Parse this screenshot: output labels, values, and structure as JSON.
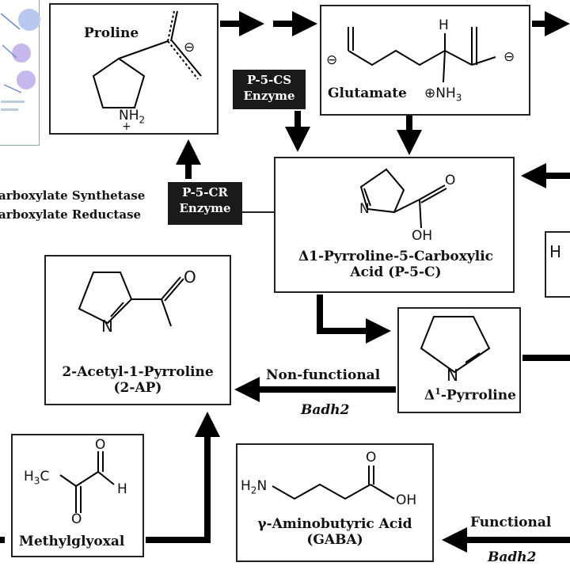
{
  "nodes": {
    "proline": {
      "label": "Proline"
    },
    "glutamate": {
      "label": "Glutamate"
    },
    "p5c": {
      "line1": "Δ1-Pyrroline-5-Carboxylic",
      "line2": "Acid (P-5-C)"
    },
    "two_ap": {
      "line1": "2-Acetyl-1-Pyrroline",
      "line2": "(2-AP)"
    },
    "pyrroline": {
      "prefix": "Δ",
      "sup": "1",
      "suffix": "-Pyrroline"
    },
    "methylglyoxal": {
      "label": "Methylglyoxal"
    },
    "gaba": {
      "line1": "γ-Aminobutyric Acid",
      "line2": "(GABA)"
    }
  },
  "enzymes": {
    "p5cs": {
      "line1": "P-5-CS",
      "line2": "Enzyme"
    },
    "p5cr": {
      "line1": "P-5-CR",
      "line2": "Enzyme"
    }
  },
  "side_text": {
    "line1": "arboxylate Synthetase",
    "line2": "arboxylate Reductase"
  },
  "edge_labels": {
    "nonfunctional": "Non-functional",
    "badh2_a": "Badh2",
    "functional": "Functional",
    "badh2_b": "Badh2"
  },
  "atoms": {
    "nh2": "NH",
    "nh2_sub": "2",
    "plus": "+",
    "minus": "⊖",
    "nh3": "⊕NH",
    "nh3_sub": "3",
    "h": "H",
    "n": "N",
    "oh": "OH",
    "o": "O",
    "h3c": "H",
    "h3c_sub": "3",
    "h3c_c": "C",
    "h2n": "H",
    "h2n_sub": "2",
    "h2n_n": "N",
    "edge_h": "H"
  },
  "colors": {
    "arrow": "#000000",
    "enzyme_bg": "#1a1a1a",
    "thumb": "#9fb6e8"
  }
}
